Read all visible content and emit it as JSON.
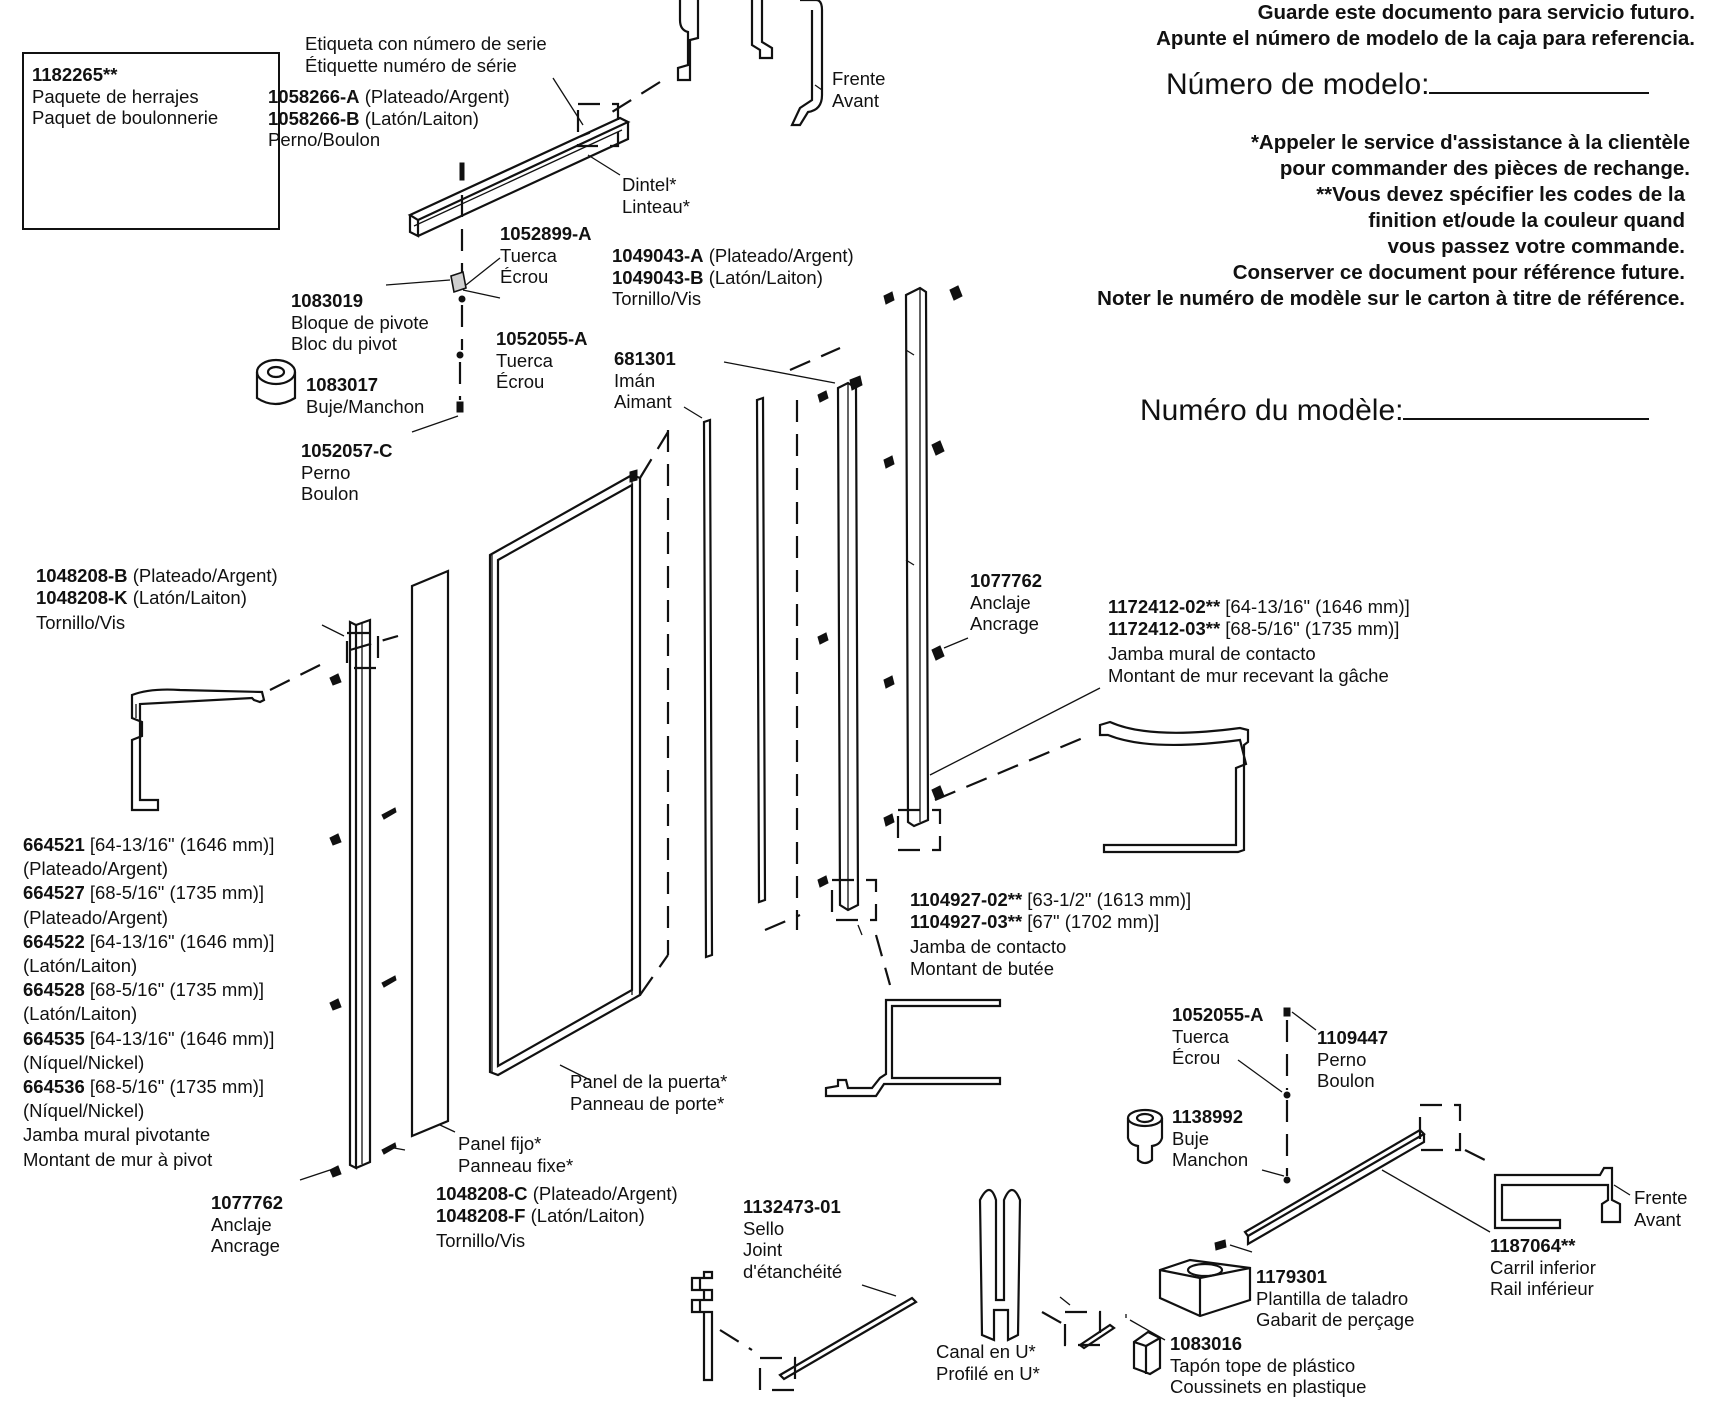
{
  "header_notes": {
    "lines_top": [
      "Guarde este documento para servicio futuro.",
      "Apunte el número de modelo de la caja para referencia."
    ],
    "model_es": "Número de modelo:",
    "lines_fr": [
      "*Appeler le service d'assistance à la clientèle",
      "pour commander des pièces de rechange.",
      "**Vous devez spécifier les codes de la",
      "finition et/oude la couleur quand",
      "vous passez votre commande.",
      "Conserver ce document pour référence future.",
      "Noter le numéro de modèle sur le carton à titre de référence."
    ],
    "model_fr": "Numéro du modèle:"
  },
  "hardware_box": {
    "code": "1182265**",
    "lines": [
      "Paquete de herrajes",
      "Paquet de boulonnerie"
    ]
  },
  "labels": {
    "serial": [
      "Etiqueta con número de serie",
      "Étiquette numéro de série"
    ],
    "bolt_top": {
      "a_code": "1058266-A",
      "a_text": "(Plateado/Argent)",
      "b_code": "1058266-B",
      "b_text": "(Latón/Laiton)",
      "name": "Perno/Boulon"
    },
    "frente_top": [
      "Frente",
      "Avant"
    ],
    "dintel": [
      "Dintel*",
      "Linteau*"
    ],
    "nut_1052899": {
      "code": "1052899-A",
      "lines": [
        "Tuerca",
        "Écrou"
      ]
    },
    "screw_1049043": {
      "a_code": "1049043-A",
      "a_text": "(Plateado/Argent)",
      "b_code": "1049043-B",
      "b_text": "(Latón/Laiton)",
      "name": "Tornillo/Vis"
    },
    "pivot_block": {
      "code": "1083019",
      "lines": [
        "Bloque de pivote",
        "Bloc du pivot"
      ]
    },
    "nut_1052055": {
      "code": "1052055-A",
      "lines": [
        "Tuerca",
        "Écrou"
      ]
    },
    "magnet": {
      "code": "681301",
      "lines": [
        "Imán",
        "Aimant"
      ]
    },
    "bushing_1083017": {
      "code": "1083017",
      "lines": [
        "Buje/Manchon"
      ]
    },
    "bolt_1052057": {
      "code": "1052057-C",
      "lines": [
        "Perno",
        "Boulon"
      ]
    },
    "screw_1048208_top": {
      "a_code": "1048208-B",
      "a_text": "(Plateado/Argent)",
      "b_code": "1048208-K",
      "b_text": "(Latón/Laiton)",
      "name": "Tornillo/Vis"
    },
    "anchor_right": {
      "code": "1077762",
      "lines": [
        "Anclaje",
        "Ancrage"
      ]
    },
    "strike_jamb": {
      "a_code": "1172412-02**",
      "a_text": "[64-13/16\" (1646 mm)]",
      "b_code": "1172412-03**",
      "b_text": "[68-5/16\" (1735 mm)]",
      "lines": [
        "Jamba mural de contacto",
        "Montant de mur recevant la gâche"
      ]
    },
    "pivot_jamb": {
      "items": [
        {
          "code": "664521",
          "size": "[64-13/16\" (1646 mm)]",
          "finish": "(Plateado/Argent)"
        },
        {
          "code": "664527",
          "size": "[68-5/16\" (1735 mm)]",
          "finish": "(Plateado/Argent)"
        },
        {
          "code": "664522",
          "size": "[64-13/16\" (1646 mm)]",
          "finish": "(Latón/Laiton)"
        },
        {
          "code": "664528",
          "size": "[68-5/16\" (1735 mm)]",
          "finish": "(Latón/Laiton)"
        },
        {
          "code": "664535",
          "size": "[64-13/16\" (1646 mm)]",
          "finish": "(Níquel/Nickel)"
        },
        {
          "code": "664536",
          "size": "[68-5/16\" (1735 mm)]",
          "finish": "(Níquel/Nickel)"
        }
      ],
      "lines": [
        "Jamba mural pivotante",
        "Montant de mur à pivot"
      ]
    },
    "butt_jamb": {
      "a_code": "1104927-02**",
      "a_text": "[63-1/2\" (1613 mm)]",
      "b_code": "1104927-03**",
      "b_text": "[67\" (1702 mm)]",
      "lines": [
        "Jamba de contacto",
        "Montant de butée"
      ]
    },
    "door_panel": [
      "Panel de la puerta*",
      "Panneau de porte*"
    ],
    "fixed_panel": [
      "Panel fijo*",
      "Panneau fixe*"
    ],
    "anchor_left": {
      "code": "1077762",
      "lines": [
        "Anclaje",
        "Ancrage"
      ]
    },
    "screw_1048208_bottom": {
      "a_code": "1048208-C",
      "a_text": "(Plateado/Argent)",
      "b_code": "1048208-F",
      "b_text": "(Latón/Laiton)",
      "name": "Tornillo/Vis"
    },
    "seal": {
      "code": "1132473-01",
      "lines": [
        "Sello",
        "Joint",
        "d'étanchéité"
      ]
    },
    "nut_bottom": {
      "code": "1052055-A",
      "lines": [
        "Tuerca",
        "Écrou"
      ]
    },
    "bolt_1109447": {
      "code": "1109447",
      "lines": [
        "Perno",
        "Boulon"
      ]
    },
    "bushing_1138992": {
      "code": "1138992",
      "lines": [
        "Buje",
        "Manchon"
      ]
    },
    "bottom_rail": {
      "code": "1187064**",
      "lines": [
        "Carril inferior",
        "Rail inférieur"
      ]
    },
    "frente_bottom": [
      "Frente",
      "Avant"
    ],
    "drill_template": {
      "code": "1179301",
      "lines": [
        "Plantilla de taladro",
        "Gabarit de perçage"
      ]
    },
    "u_channel": [
      "Canal en U*",
      "Profilé en U*"
    ],
    "bumper": {
      "code": "1083016",
      "lines": [
        "Tapón tope de plástico",
        "Coussinets en plastique"
      ]
    }
  }
}
